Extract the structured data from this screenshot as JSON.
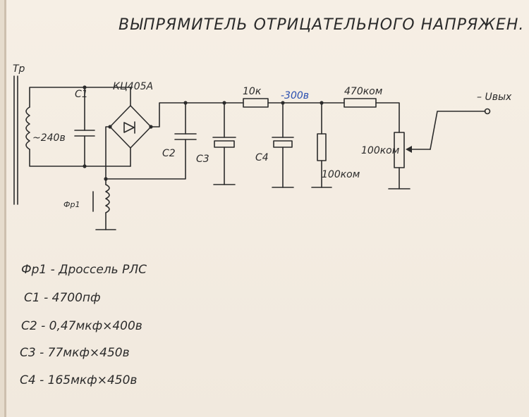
{
  "title": "ВЫПРЯМИТЕЛЬ ОТРИЦАТЕЛЬНОГО НАПРЯЖЕН.",
  "labels": {
    "transformer": "Тр",
    "winding_voltage": "~240в",
    "c1": "С1",
    "diode_bridge": "КЦ405А",
    "c2": "С2",
    "c3": "С3",
    "c4": "С4",
    "choke": "Фр1",
    "r1": "10к",
    "node_voltage": "-300в",
    "r2": "470ком",
    "r3": "100ком",
    "pot": "100ком",
    "output": "– Uвых"
  },
  "legend": [
    "Фр1 - Дросcель РЛС",
    "С1 - 4700пф",
    "С2 - 0,47мкф×400в",
    "С3 - 77мкф×450в",
    "С4 - 165мкф×450в"
  ],
  "colors": {
    "ink": "#2b2b2b",
    "accent_blue": "#2a4fb0",
    "paper": "#f4ece1"
  }
}
